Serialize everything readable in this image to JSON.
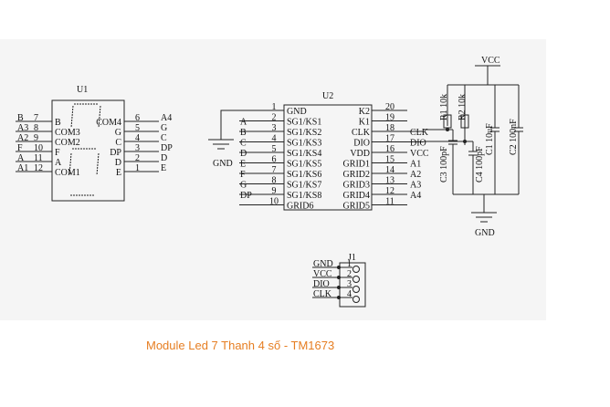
{
  "caption": "Module Led 7 Thanh 4 số - TM1673",
  "colors": {
    "caption": "#e67e22",
    "wire": "#222222",
    "panel": "#f5f5f5"
  },
  "u1": {
    "ref": "U1",
    "left_pins": [
      {
        "net": "B",
        "num": "7",
        "name": "B"
      },
      {
        "net": "A3",
        "num": "8",
        "name": "COM3"
      },
      {
        "net": "A2",
        "num": "9",
        "name": "COM2"
      },
      {
        "net": "F",
        "num": "10",
        "name": "F"
      },
      {
        "net": "A",
        "num": "11",
        "name": "A"
      },
      {
        "net": "A1",
        "num": "12",
        "name": "COM1"
      }
    ],
    "right_pins": [
      {
        "net": "A4",
        "num": "6",
        "name": "COM4"
      },
      {
        "net": "G",
        "num": "5",
        "name": "G"
      },
      {
        "net": "C",
        "num": "4",
        "name": "C"
      },
      {
        "net": "DP",
        "num": "3",
        "name": "DP"
      },
      {
        "net": "D",
        "num": "2",
        "name": "D"
      },
      {
        "net": "E",
        "num": "1",
        "name": "E"
      }
    ]
  },
  "u2": {
    "ref": "U2",
    "gnd_label": "GND",
    "left_pins": [
      {
        "net": "",
        "num": "1",
        "name": "GND"
      },
      {
        "net": "A",
        "num": "2",
        "name": "SG1/KS1"
      },
      {
        "net": "B",
        "num": "3",
        "name": "SG1/KS2"
      },
      {
        "net": "C",
        "num": "4",
        "name": "SG1/KS3"
      },
      {
        "net": "D",
        "num": "5",
        "name": "SG1/KS4"
      },
      {
        "net": "E",
        "num": "6",
        "name": "SG1/KS5"
      },
      {
        "net": "F",
        "num": "7",
        "name": "SG1/KS6"
      },
      {
        "net": "G",
        "num": "8",
        "name": "SG1/KS7"
      },
      {
        "net": "DP",
        "num": "9",
        "name": "SG1/KS8"
      },
      {
        "net": "",
        "num": "10",
        "name": "GRID6"
      }
    ],
    "right_pins": [
      {
        "net": "",
        "num": "20",
        "name": "K2"
      },
      {
        "net": "",
        "num": "19",
        "name": "K1"
      },
      {
        "net": "CLK",
        "num": "18",
        "name": "CLK"
      },
      {
        "net": "DIO",
        "num": "17",
        "name": "DIO"
      },
      {
        "net": "VCC",
        "num": "16",
        "name": "VDD"
      },
      {
        "net": "A1",
        "num": "15",
        "name": "GRID1"
      },
      {
        "net": "A2",
        "num": "14",
        "name": "GRID2"
      },
      {
        "net": "A3",
        "num": "13",
        "name": "GRID3"
      },
      {
        "net": "A4",
        "num": "12",
        "name": "GRID4"
      },
      {
        "net": "",
        "num": "11",
        "name": "GRID5"
      }
    ]
  },
  "power": {
    "vcc": "VCC",
    "gnd": "GND",
    "r1": "R1 10k",
    "r2": "R2 10k",
    "c3": "C3 100pF",
    "c4": "C4 100pF",
    "c1": "C1 10uF",
    "c2": "C2 100nF"
  },
  "j1": {
    "ref": "J1",
    "pins": [
      {
        "net": "GND",
        "num": "1"
      },
      {
        "net": "VCC",
        "num": "2"
      },
      {
        "net": "DIO",
        "num": "3"
      },
      {
        "net": "CLK",
        "num": "4"
      }
    ]
  }
}
